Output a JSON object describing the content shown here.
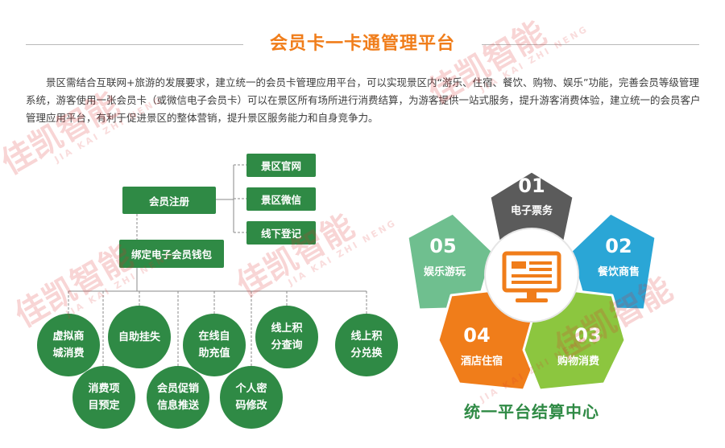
{
  "header": {
    "title": "会员卡一卡通管理平台"
  },
  "intro": {
    "text": "景区需结合互联网+旅游的发展要求，建立统一的会员卡管理应用平台，可以实现景区内“游乐、住宿、餐饮、购物、娱乐”功能，完善会员等级管理系统，游客使用一张会员卡（或微信电子会员卡）可以在景区所有场所进行消费结算，为游客提供一站式服务，提升游客消费体验，建立统一的会员客户管理应用平台，有利于促进景区的整体营销，提升景区服务能力和自身竞争力。"
  },
  "flow": {
    "register": "会员注册",
    "channels": [
      "景区官网",
      "景区微信",
      "线下登记"
    ],
    "wallet": "绑定电子会员钱包",
    "services": [
      "虚拟商\n城消费",
      "消费项\n目预定",
      "自助挂失",
      "会员促销\n信息推送",
      "在线自\n助充值",
      "个人密\n码修改",
      "线上积\n分查询",
      "线上积\n分兑换"
    ]
  },
  "platform": {
    "petals": [
      {
        "num": "01",
        "label": "电子票务",
        "color": "#5b5b5b"
      },
      {
        "num": "02",
        "label": "餐饮商售",
        "color": "#2aa6d6"
      },
      {
        "num": "03",
        "label": "购物消费",
        "color": "#8cc63f"
      },
      {
        "num": "04",
        "label": "酒店住宿",
        "color": "#f07d1a"
      },
      {
        "num": "05",
        "label": "娱乐游玩",
        "color": "#6fbf8f"
      }
    ],
    "center_icon": "monitor-icon",
    "caption": "统一平台结算中心"
  },
  "watermark": {
    "text": "佳凯智能",
    "sub": "JIA KAI ZHI NENG"
  }
}
